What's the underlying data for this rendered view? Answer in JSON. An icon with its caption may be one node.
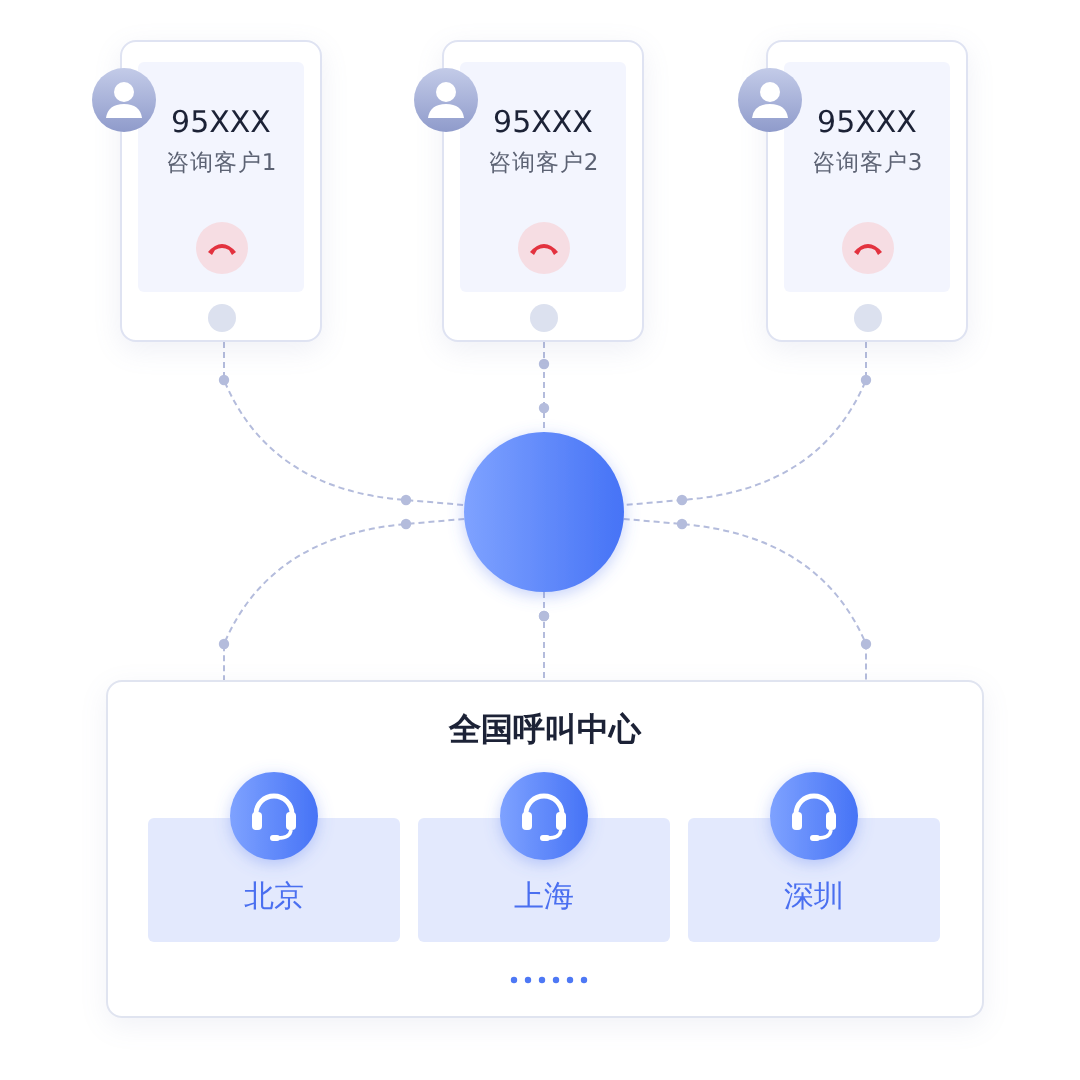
{
  "diagram": {
    "nodes": [
      {
        "text": [
          "95XXX",
          "咨询客户1"
        ]
      },
      {
        "text": [
          "95XXX",
          "咨询客户2"
        ]
      },
      {
        "text": [
          "95XXX",
          "咨询客户3"
        ]
      },
      {
        "text": [],
        "shape": "circle"
      },
      {
        "text": [
          "全国呼叫中心"
        ]
      },
      {
        "text": [
          "北京"
        ],
        "in": 4
      },
      {
        "text": [
          "上海"
        ],
        "in": 4
      },
      {
        "text": [
          "深圳"
        ],
        "in": 4
      }
    ],
    "edges": [
      {
        "from": 0,
        "to": 3,
        "arrow": "none"
      },
      {
        "from": 1,
        "to": 3,
        "arrow": "none"
      },
      {
        "from": 2,
        "to": 3,
        "arrow": "none"
      },
      {
        "from": 3,
        "to": 4,
        "arrow": "none"
      },
      {
        "from": 3,
        "to": 4,
        "arrow": "none"
      },
      {
        "from": 3,
        "to": 4,
        "arrow": "none"
      }
    ]
  }
}
